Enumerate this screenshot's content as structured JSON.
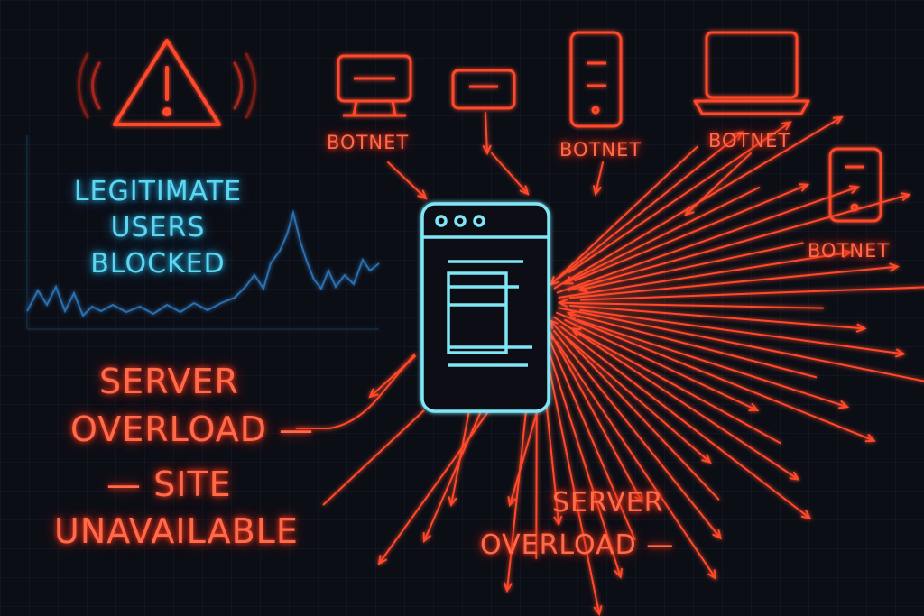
{
  "legit_label": [
    "LEGITIMATE",
    "USERS",
    "BLOCKED"
  ],
  "botnet_labels": [
    "BOTNET",
    "BOTNET",
    "BOTNET",
    "BOTNET"
  ],
  "overload_left": [
    "SERVER",
    "OVERLOAD —",
    "— SITE",
    "UNAVAILABLE"
  ],
  "overload_bottom": [
    "SERVER",
    "OVERLOAD —"
  ],
  "icons": [
    "warning-icon",
    "monitor-icon",
    "device-box-icon",
    "phone-icon",
    "laptop-icon",
    "phone-icon",
    "browser-window-icon"
  ],
  "colors": {
    "background": "#0c0e16",
    "alert": "#ff5a3c",
    "info": "#5fd6f0",
    "chart": "#2a6fb0"
  }
}
